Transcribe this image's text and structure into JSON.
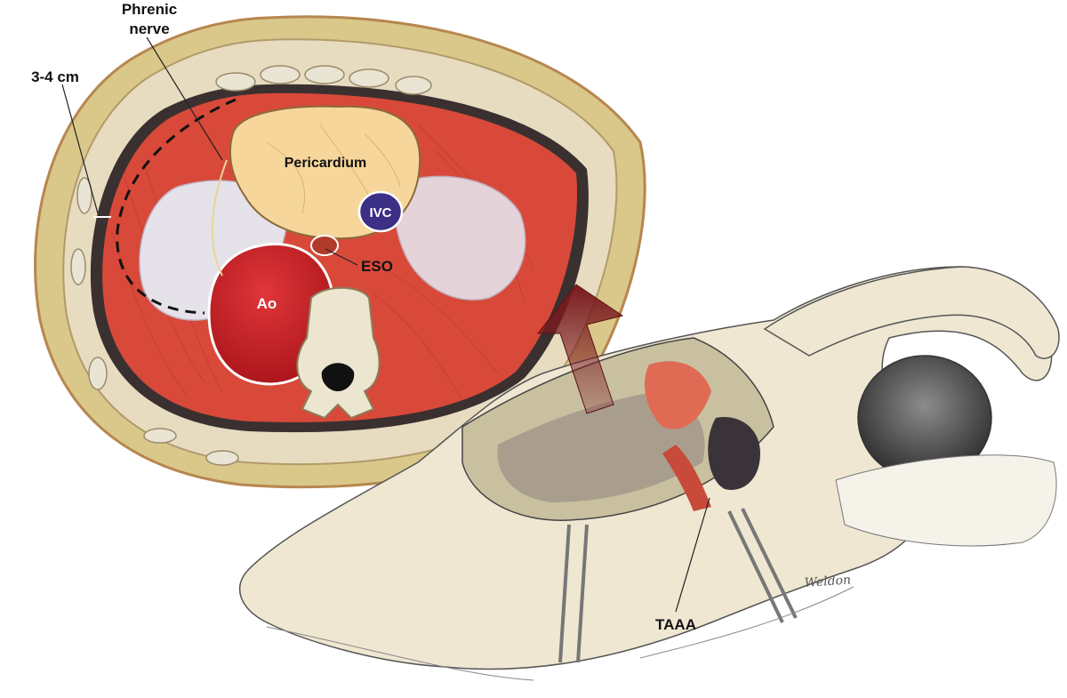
{
  "labels": {
    "phrenic_nerve_line1": "Phrenic",
    "phrenic_nerve_line2": "nerve",
    "distance": "3-4 cm",
    "pericardium": "Pericardium",
    "ivc": "IVC",
    "eso": "ESO",
    "aorta": "Ao",
    "taaa": "TAAA"
  },
  "signature": "Weldon",
  "colors": {
    "muscle": "#d8493a",
    "aorta": "#c81e22",
    "pericardium": "#f6d69a",
    "ivc": "#3b2f86",
    "skin": "#efe7d2",
    "fat": "#d9c88a",
    "arrow": "#7a1a1e",
    "lung": "#e6e2ea"
  }
}
